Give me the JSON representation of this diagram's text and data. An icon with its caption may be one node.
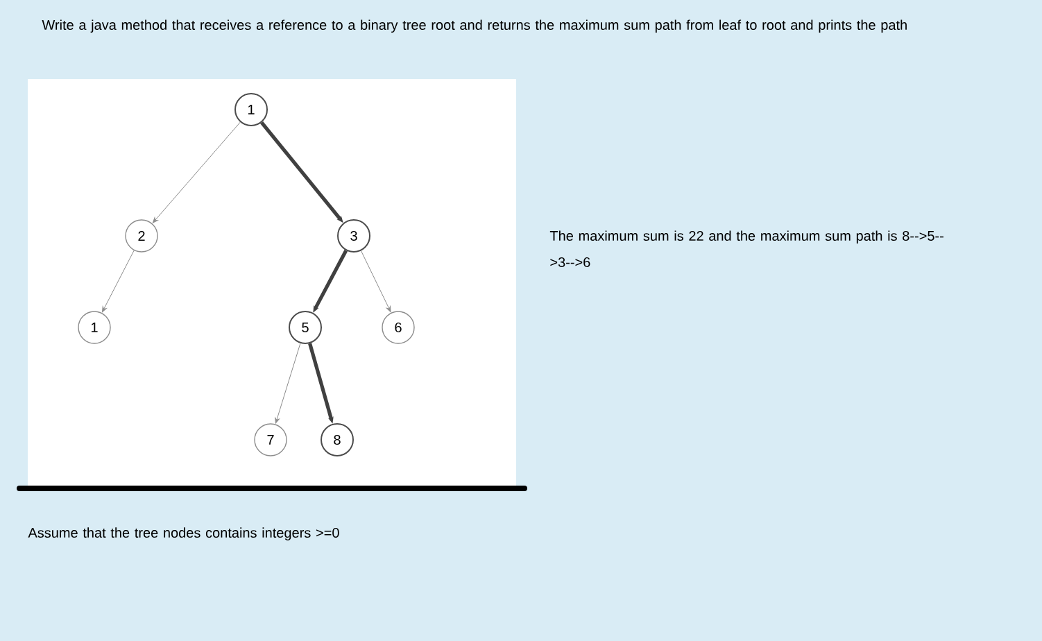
{
  "diagram": {
    "title": "Write a java method that receives a reference to a binary tree root and returns the maximum sum path from leaf to root and prints the path",
    "nodes": [
      {
        "text": [
          "1"
        ]
      },
      {
        "text": [
          "2"
        ]
      },
      {
        "text": [
          "3"
        ]
      },
      {
        "text": [
          "1"
        ]
      },
      {
        "text": [
          "5"
        ]
      },
      {
        "text": [
          "6"
        ]
      },
      {
        "text": [
          "7"
        ]
      },
      {
        "text": [
          "8"
        ]
      }
    ],
    "edges": [
      {
        "from": 0,
        "to": 1,
        "arrow": "to"
      },
      {
        "from": 0,
        "to": 2,
        "arrow": "to",
        "style": "thick"
      },
      {
        "from": 1,
        "to": 3,
        "arrow": "to"
      },
      {
        "from": 2,
        "to": 4,
        "arrow": "to",
        "style": "thick"
      },
      {
        "from": 2,
        "to": 5,
        "arrow": "to"
      },
      {
        "from": 4,
        "to": 6,
        "arrow": "to"
      },
      {
        "from": 4,
        "to": 7,
        "arrow": "to",
        "style": "thick"
      }
    ],
    "labels": [
      "The maximum sum is 22 and the maximum sum path is 8-->5-->3-->6",
      "Assume that the tree nodes contains integers >=0"
    ]
  }
}
